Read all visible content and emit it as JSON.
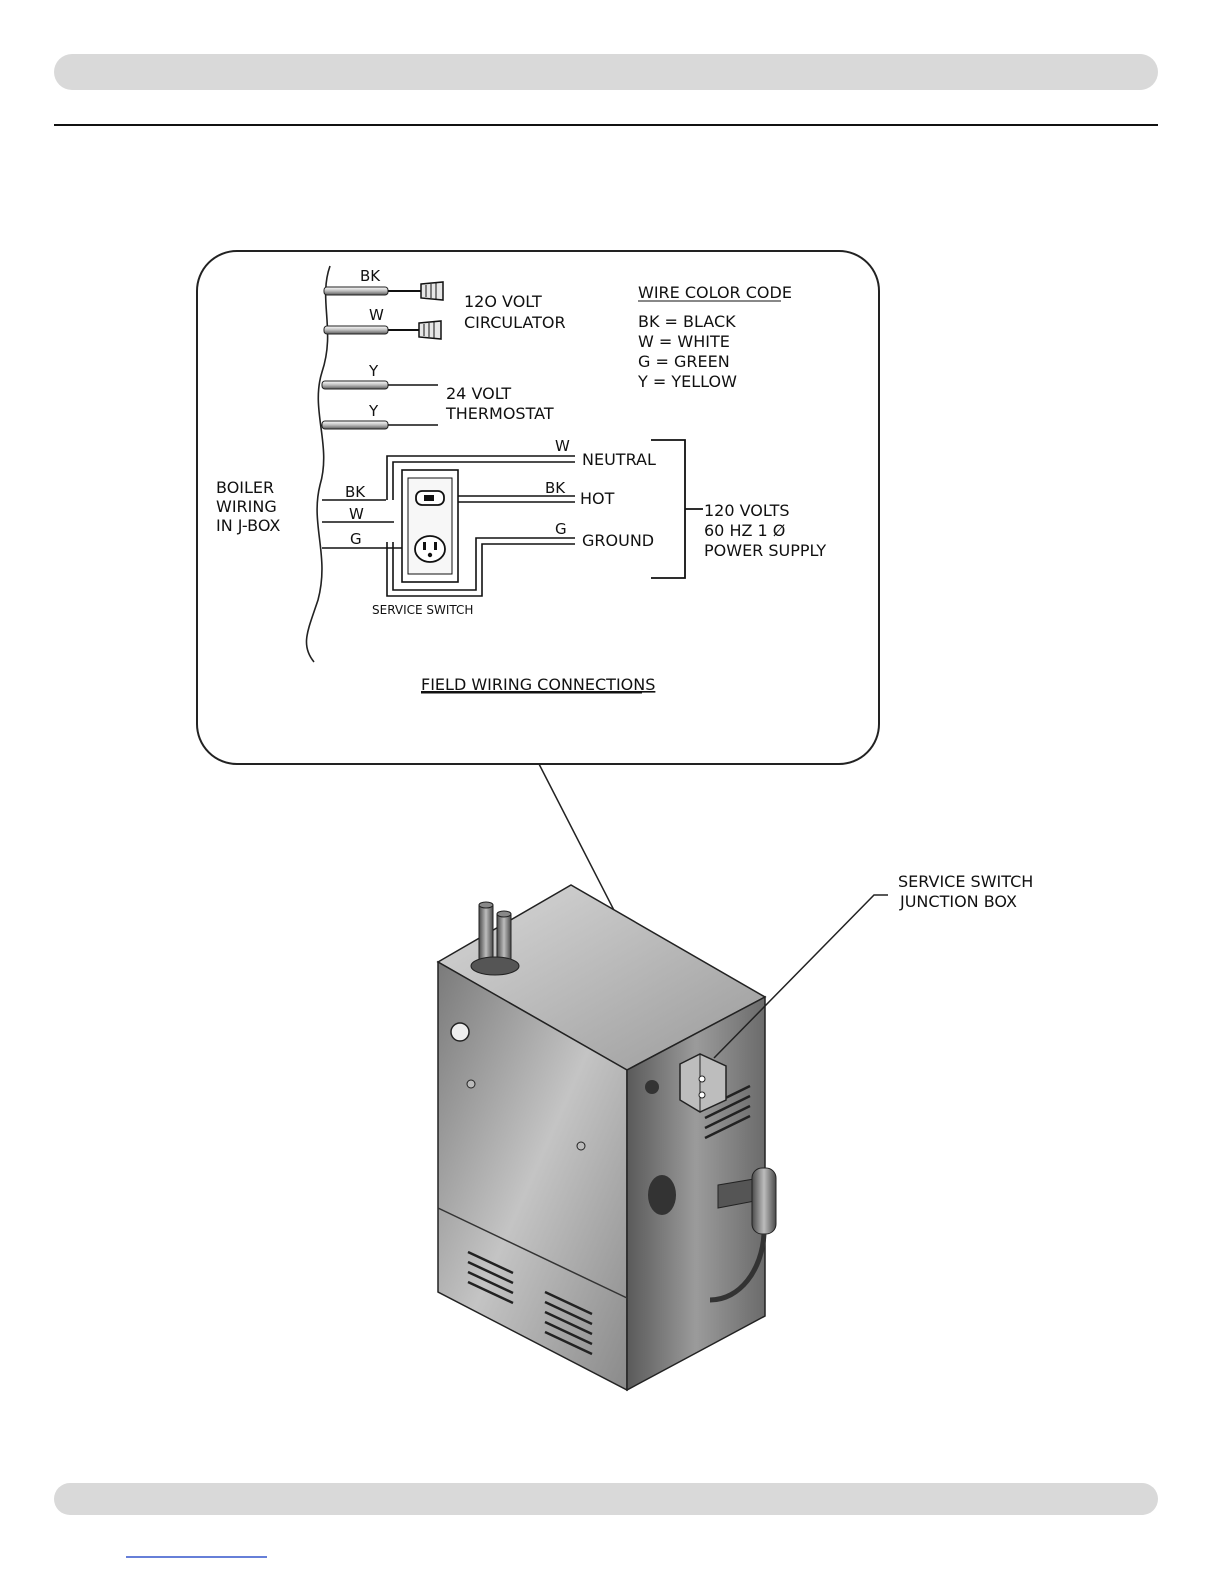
{
  "wiring": {
    "wire_bk_1": "BK",
    "wire_w_1": "W",
    "circulator_line1": "12O VOLT",
    "circulator_line2": "CIRCULATOR",
    "wire_y_1": "Y",
    "wire_y_2": "Y",
    "thermostat_line1": "24 VOLT",
    "thermostat_line2": "THERMOSTAT",
    "boiler_line1": "BOILER",
    "boiler_line2": "WIRING",
    "boiler_line3": "IN J-BOX",
    "jbox_bk": "BK",
    "jbox_w": "W",
    "jbox_g": "G",
    "neutral_code": "W",
    "neutral": "NEUTRAL",
    "hot_code": "BK",
    "hot": "HOT",
    "ground_code": "G",
    "ground": "GROUND",
    "supply_line1": "120 VOLTS",
    "supply_line2": "60 HZ 1 Ø",
    "supply_line3": "POWER SUPPLY",
    "service_switch": "SERVICE SWITCH",
    "title": "FIELD WIRING CONNECTIONS"
  },
  "color_code": {
    "title": "WIRE COLOR CODE",
    "items": [
      "BK = BLACK",
      "W = WHITE",
      "G = GREEN",
      "Y = YELLOW"
    ]
  },
  "boiler": {
    "callout_line1": "SERVICE SWITCH",
    "callout_line2": "JUNCTION BOX"
  }
}
